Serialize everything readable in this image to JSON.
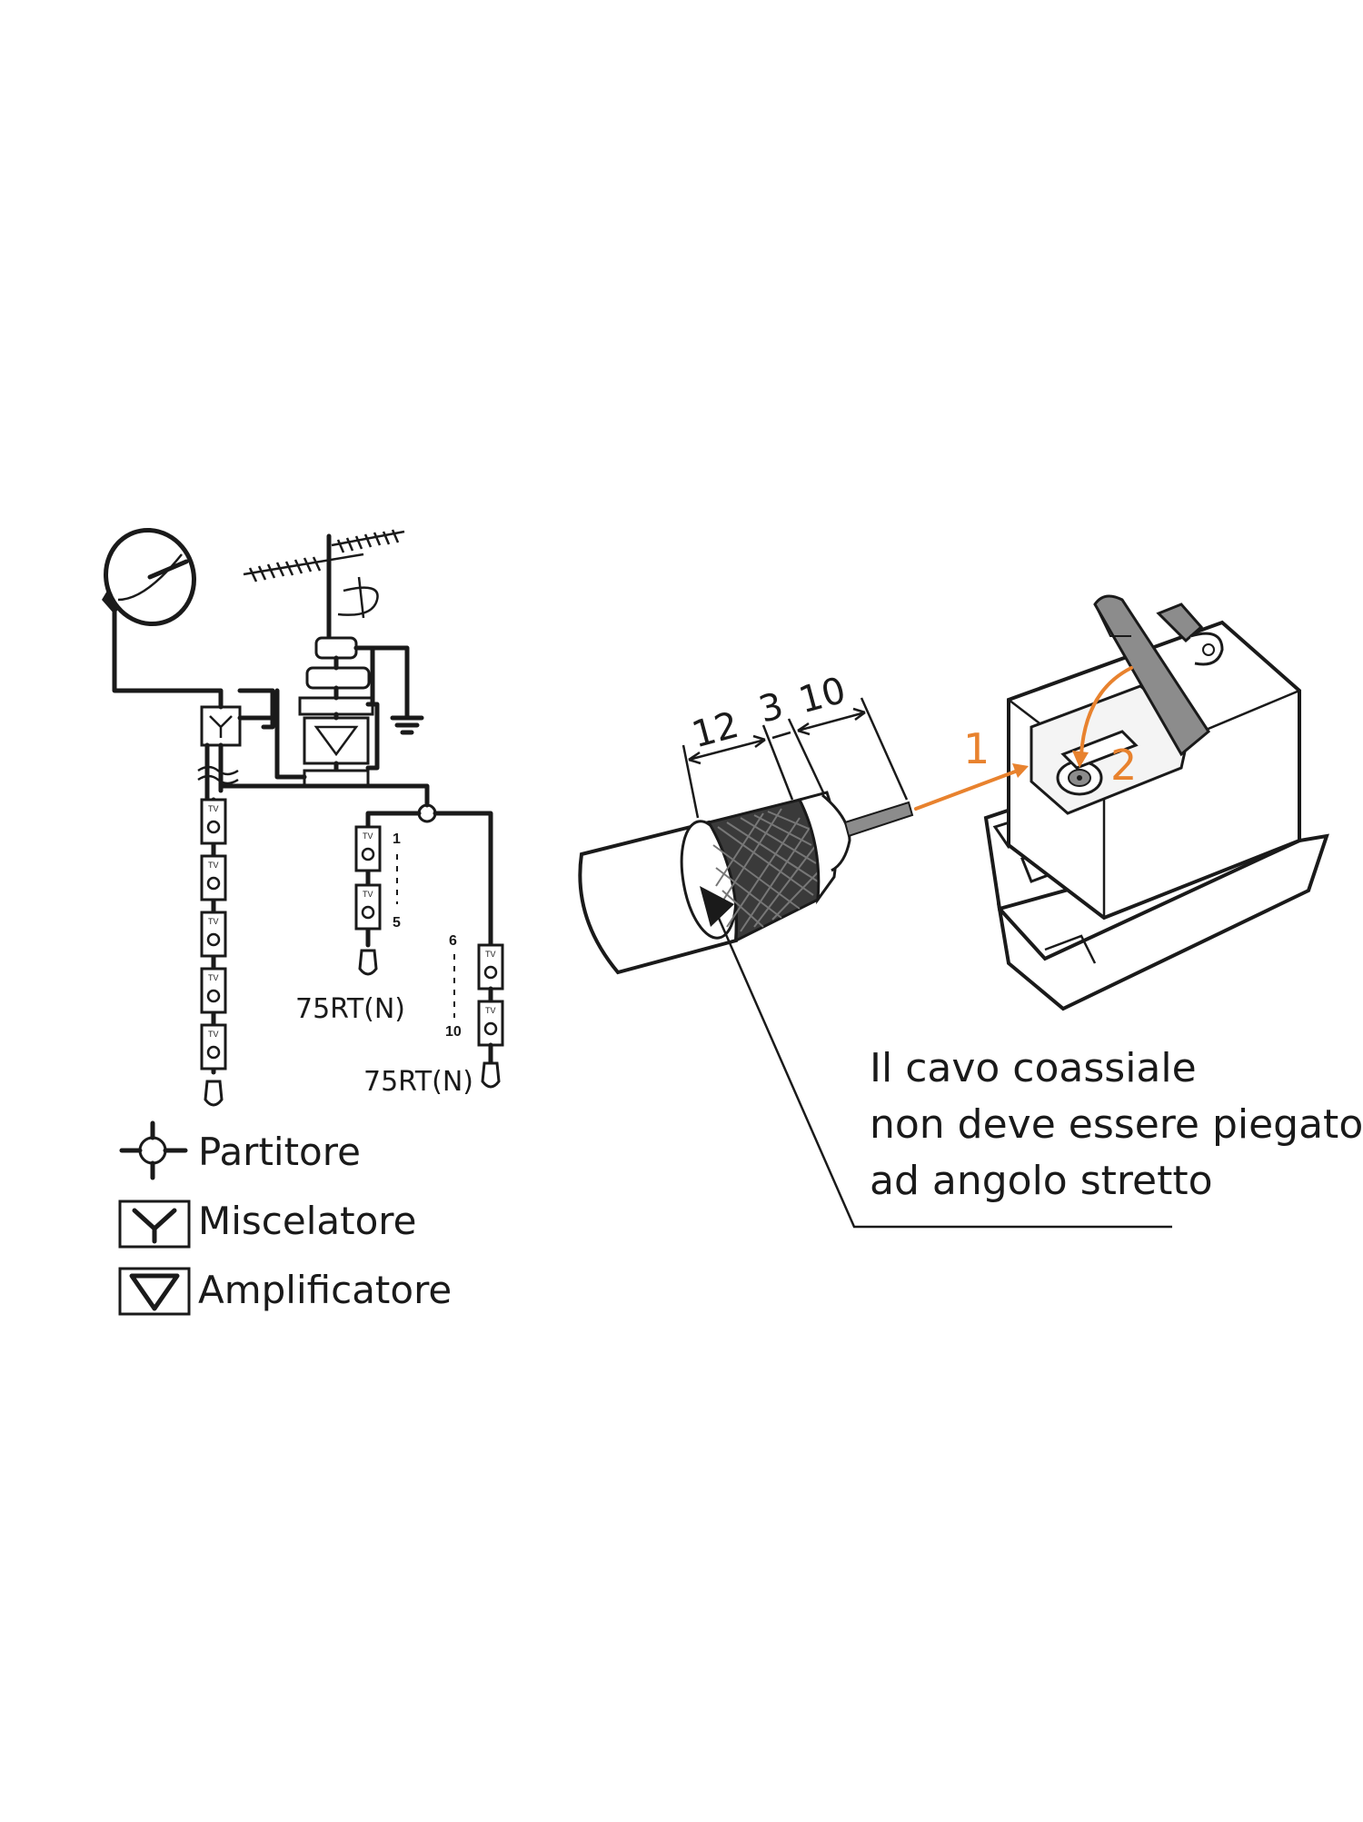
{
  "diagram": {
    "legend": {
      "partitore": "Partitore",
      "miscelatore": "Miscelatore",
      "amplificatore": "Amplificatore"
    },
    "outlet_tag": "TV",
    "terminators": {
      "left": "75RT(N)",
      "right": "75RT(N)"
    },
    "branch_numbers": {
      "a_top": "1",
      "a_bottom": "5",
      "b_top": "6",
      "b_bottom": "10"
    },
    "dimensions": {
      "d1": "12",
      "d2": "3",
      "d3": "10"
    },
    "steps": {
      "step1": "1",
      "step2": "2"
    },
    "note": {
      "line1": "Il cavo coassiale",
      "line2": "non deve essere piegato",
      "line3": "ad angolo stretto"
    },
    "colors": {
      "accent": "#e8822e",
      "line": "#1a1a1a",
      "device_gray": "#8c8c8c"
    }
  }
}
